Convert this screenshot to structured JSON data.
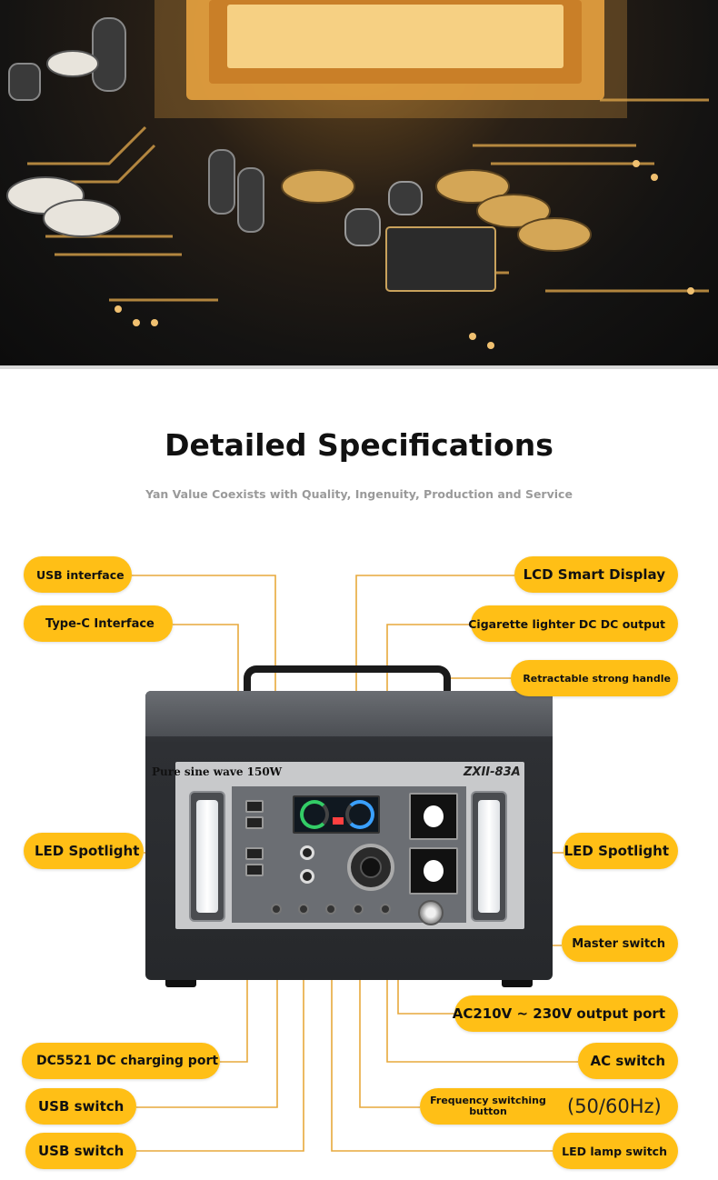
{
  "page": {
    "title": "Detailed Specifications",
    "subtitle": "Yan Value Coexists with Quality, Ingenuity, Production and Service"
  },
  "device": {
    "model": "ZXII-83A",
    "panel_text": "Pure sine wave 150W"
  },
  "callouts_left": {
    "usb_interface": "USB interface",
    "type_c_interface": "Type-C Interface",
    "led_spotlight": "LED Spotlight",
    "dc5521_port": "DC5521 DC charging port",
    "usb_switch_1": "USB switch",
    "usb_switch_2": "USB switch"
  },
  "callouts_right": {
    "lcd_display": "LCD Smart Display",
    "cigarette_output": "Cigarette lighter DC DC output",
    "handle": "Retractable strong handle",
    "led_spotlight": "LED Spotlight",
    "master_switch": "Master switch",
    "ac_output": "AC210V ~ 230V output port",
    "ac_switch": "AC switch",
    "frequency_button": "Frequency switching button",
    "frequency_value": "(50/60Hz)",
    "led_lamp_switch": "LED lamp switch"
  },
  "colors": {
    "pill": "#ffbf16",
    "leader_line": "#e7a93c"
  }
}
